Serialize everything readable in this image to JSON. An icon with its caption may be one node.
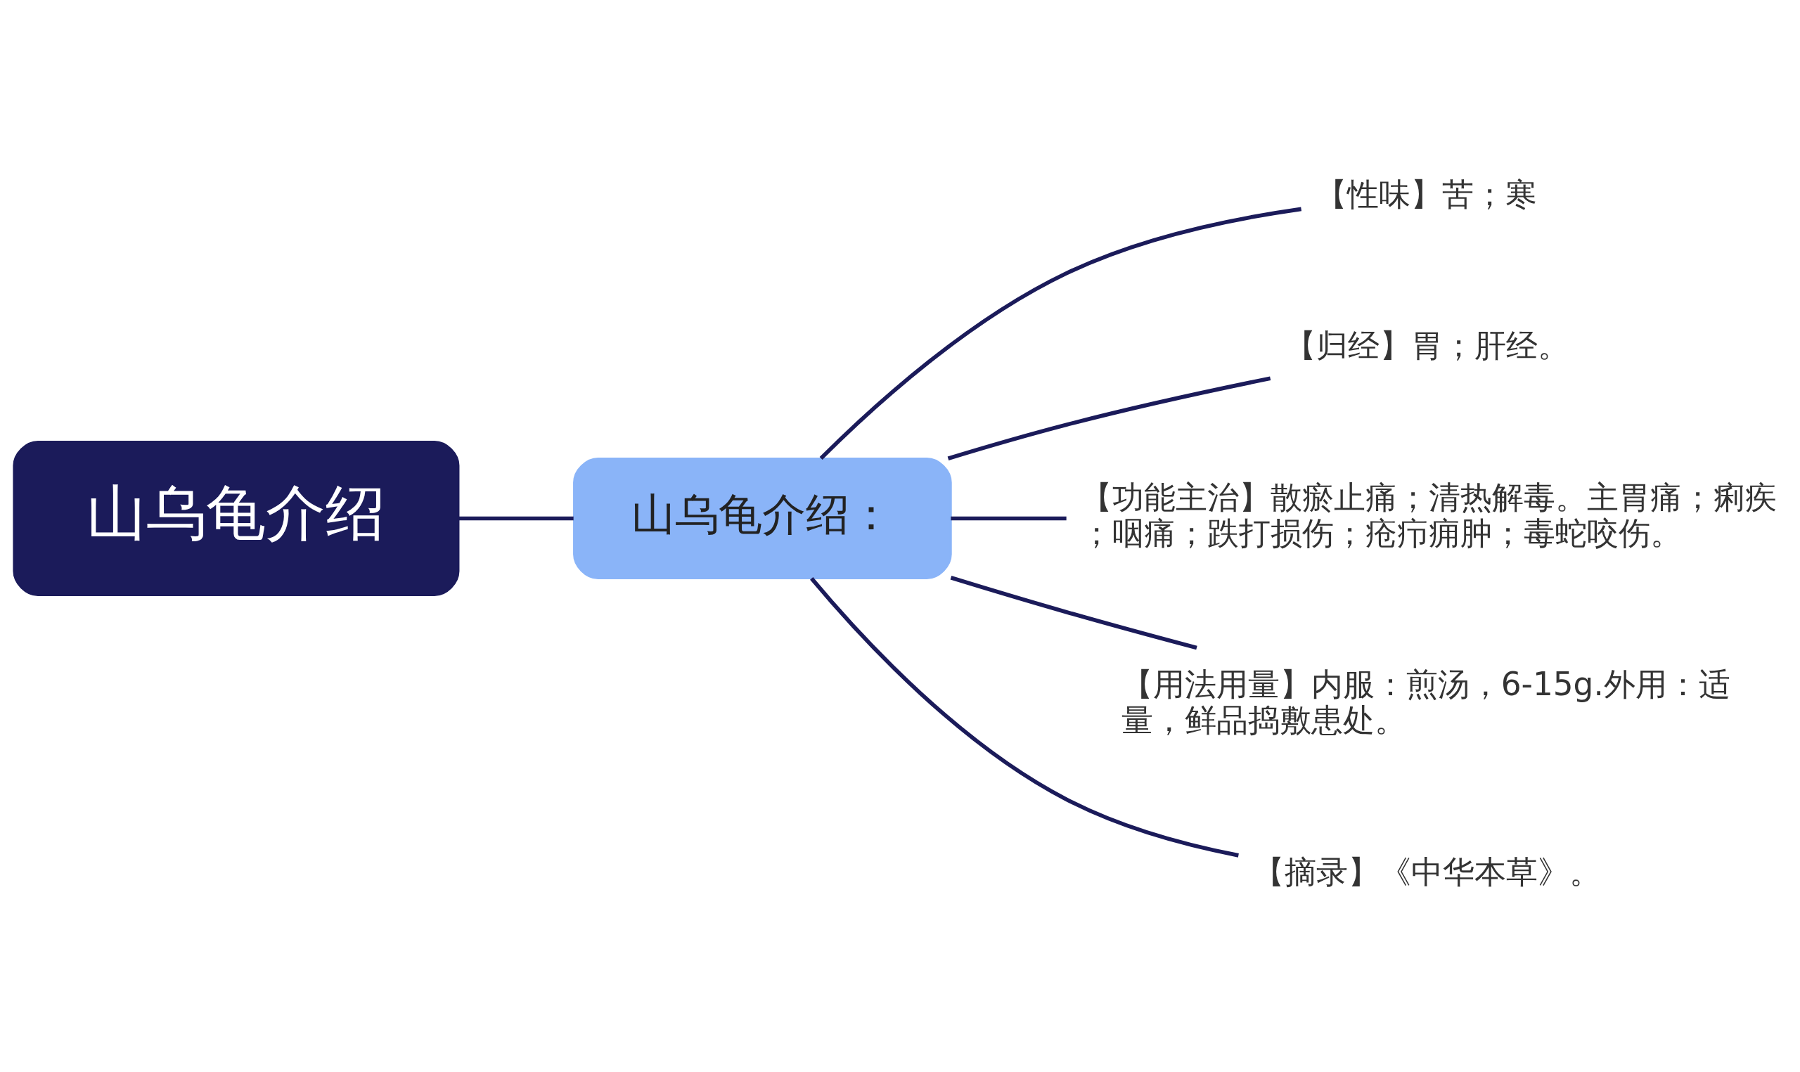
{
  "diagram": {
    "nodes": [
      {
        "text": [
          "山乌龟介绍"
        ]
      },
      {
        "text": [
          "山乌龟介绍："
        ]
      },
      {
        "text": [
          "【性味】苦；寒"
        ]
      },
      {
        "text": [
          "【归经】胃；肝经。"
        ]
      },
      {
        "text": [
          "【功能主治】散瘀止痛；清热解毒。主胃痛；痢疾；咽痛；跌打损伤；疮疖痈肿；毒蛇咬伤。"
        ]
      },
      {
        "text": [
          "【用法用量】内服：煎汤，6-15g.外用：适量，鲜品捣敷患处。"
        ]
      },
      {
        "text": [
          "【摘录】《中华本草》。"
        ]
      }
    ],
    "edges": [
      {
        "from": 0,
        "to": 1,
        "arrow": "none"
      },
      {
        "from": 1,
        "to": 2,
        "arrow": "none"
      },
      {
        "from": 1,
        "to": 3,
        "arrow": "none"
      },
      {
        "from": 1,
        "to": 4,
        "arrow": "none"
      },
      {
        "from": 1,
        "to": 5,
        "arrow": "none"
      },
      {
        "from": 1,
        "to": 6,
        "arrow": "none"
      }
    ]
  }
}
